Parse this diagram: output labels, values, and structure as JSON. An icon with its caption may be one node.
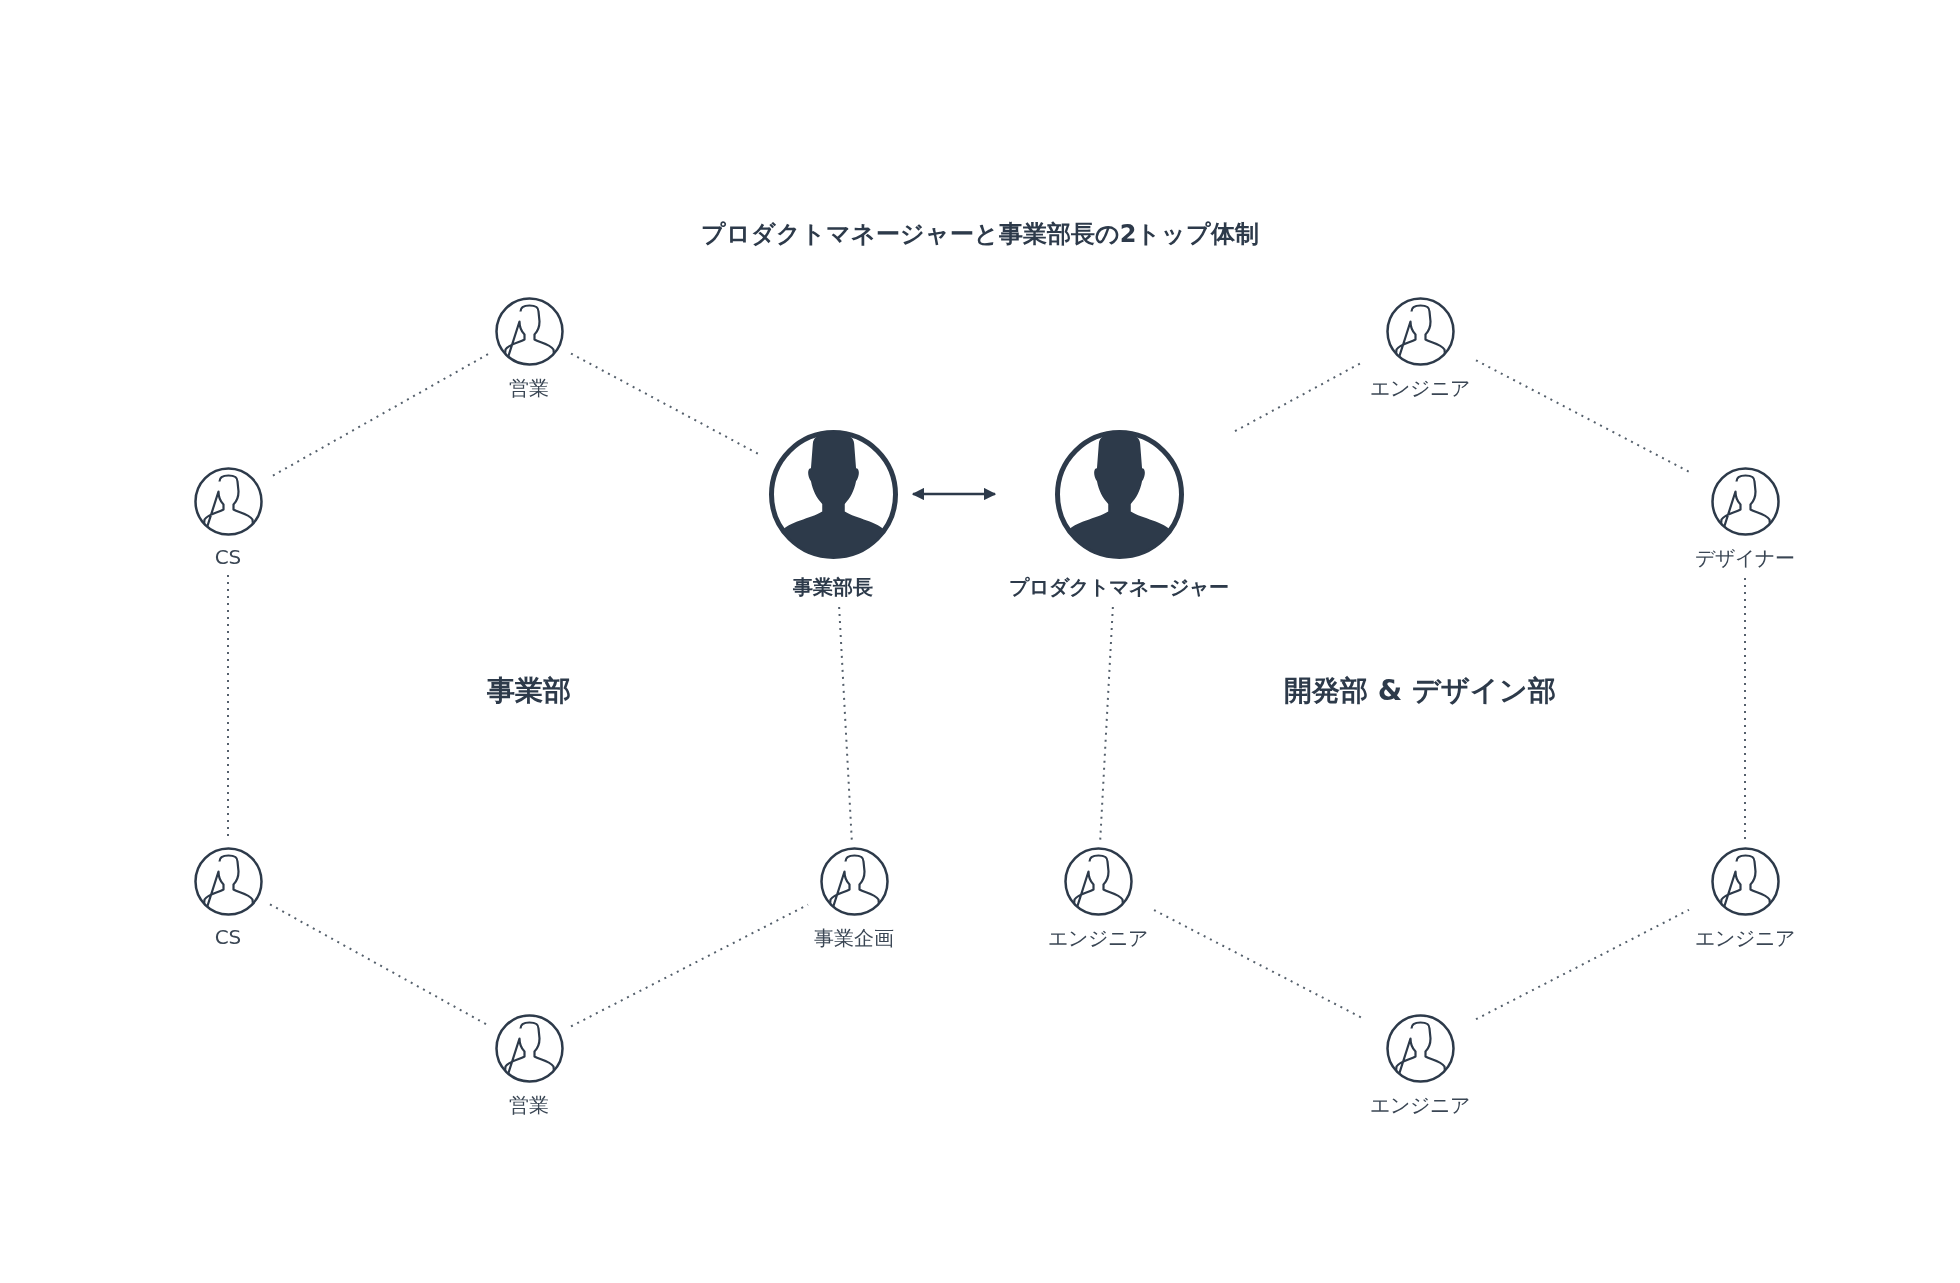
{
  "diagram": {
    "title": "プロダクトマネージャーと事業部長の2トップ体制",
    "nodes": [
      {
        "text": [
          "営業"
        ]
      },
      {
        "text": [
          "CS"
        ]
      },
      {
        "text": [
          "事業部長"
        ]
      },
      {
        "text": [
          "CS"
        ]
      },
      {
        "text": [
          "事業企画"
        ]
      },
      {
        "text": [
          "営業"
        ]
      },
      {
        "text": [
          "プロダクトマネージャー"
        ]
      },
      {
        "text": [
          "エンジニア"
        ]
      },
      {
        "text": [
          "デザイナー"
        ]
      },
      {
        "text": [
          "エンジニア"
        ]
      },
      {
        "text": [
          "エンジニア"
        ]
      },
      {
        "text": [
          "エンジニア"
        ]
      }
    ],
    "edges": [
      {
        "from": 0,
        "to": 1,
        "arrow": "none",
        "style": "dashed"
      },
      {
        "from": 0,
        "to": 2,
        "arrow": "none",
        "style": "dashed"
      },
      {
        "from": 1,
        "to": 3,
        "arrow": "none",
        "style": "dashed"
      },
      {
        "from": 2,
        "to": 4,
        "arrow": "none",
        "style": "dashed"
      },
      {
        "from": 3,
        "to": 5,
        "arrow": "none",
        "style": "dashed"
      },
      {
        "from": 5,
        "to": 4,
        "arrow": "none",
        "style": "dashed"
      },
      {
        "from": 2,
        "to": 6,
        "arrow": "both"
      },
      {
        "from": 6,
        "to": 7,
        "arrow": "none",
        "style": "dashed"
      },
      {
        "from": 7,
        "to": 8,
        "arrow": "none",
        "style": "dashed"
      },
      {
        "from": 6,
        "to": 9,
        "arrow": "none",
        "style": "dashed"
      },
      {
        "from": 8,
        "to": 10,
        "arrow": "none",
        "style": "dashed"
      },
      {
        "from": 9,
        "to": 11,
        "arrow": "none",
        "style": "dashed"
      },
      {
        "from": 11,
        "to": 10,
        "arrow": "none",
        "style": "dashed"
      }
    ],
    "labels": [
      "事業部",
      "開発部 & デザイン部"
    ]
  }
}
